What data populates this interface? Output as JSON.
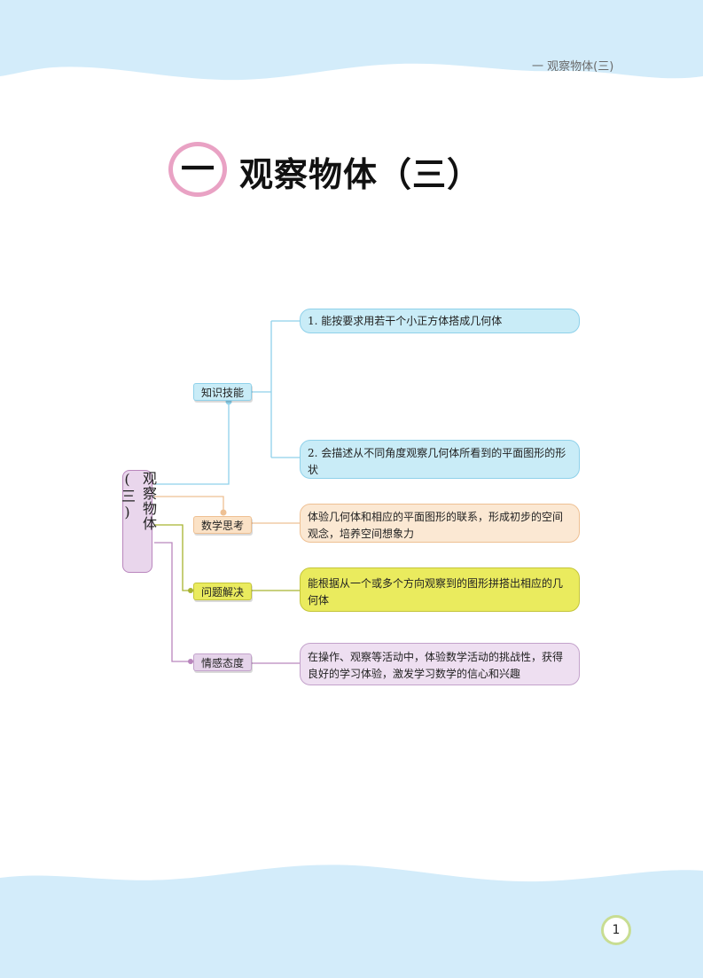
{
  "header": {
    "running_title": "一  观察物体(三)"
  },
  "chapter": {
    "number": "一",
    "title": "观察物体（三）"
  },
  "mindmap": {
    "root": "观察物体(三)",
    "branches": [
      {
        "label": "知识技能",
        "items": [
          "1. 能按要求用若干个小正方体搭成几何体",
          "2. 会描述从不同角度观察几何体所看到的平面图形的形状"
        ]
      },
      {
        "label": "数学思考",
        "items": [
          "体验几何体和相应的平面图形的联系，形成初步的空间观念，培养空间想象力"
        ]
      },
      {
        "label": "问题解决",
        "items": [
          "能根据从一个或多个方向观察到的图形拼搭出相应的几何体"
        ]
      },
      {
        "label": "情感态度",
        "items": [
          "在操作、观察等活动中，体验数学活动的挑战性，获得良好的学习体验，激发学习数学的信心和兴趣"
        ]
      }
    ]
  },
  "footer": {
    "page_number": "1"
  },
  "colors": {
    "sky": "#d3ecfa",
    "blue": "#8fd1ea",
    "orange": "#eec093",
    "olive": "#a8b330",
    "purple": "#b986bd",
    "pink_ring": "#e9a2c4",
    "green_ring": "#c8dd92"
  }
}
